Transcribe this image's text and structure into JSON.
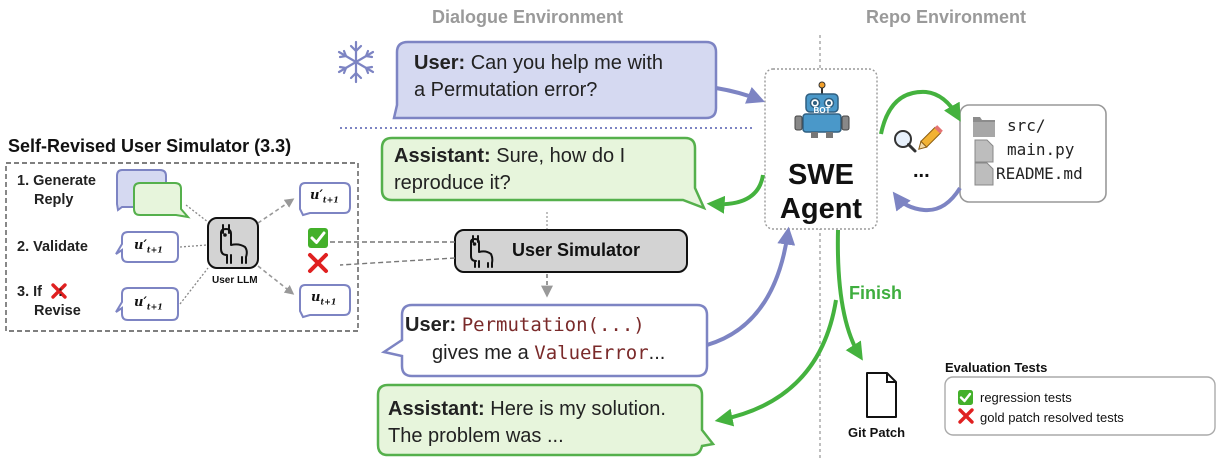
{
  "headers": {
    "dialogue_env": "Dialogue Environment",
    "repo_env": "Repo Environment"
  },
  "user_bubble_1": {
    "speaker": "User:",
    "line1": "Can you help me with",
    "line2": "a Permutation error?"
  },
  "assistant_bubble_1": {
    "speaker": "Assistant:",
    "line1": "Sure, how do I",
    "line2": "reproduce it?"
  },
  "user_simulator": {
    "label": "User Simulator"
  },
  "user_bubble_2": {
    "speaker": "User:",
    "code1": "Permutation(...)",
    "text_mid": "gives me a",
    "code2": "ValueError",
    "ellipsis": "..."
  },
  "assistant_bubble_2": {
    "speaker": "Assistant:",
    "line1": "Here is my solution.",
    "line2": "The problem was ..."
  },
  "self_revised": {
    "title": "Self-Revised User Simulator (3.3)",
    "step1_a": "1. Generate",
    "step1_b": "Reply",
    "step2": "2. Validate",
    "step3_a": "3. If",
    "step3_b": ":",
    "step3_c": "Revise",
    "user_llm": "User LLM",
    "u_prime": "u′",
    "u_prime_sub": "t+1",
    "u_plain": "u",
    "u_plain_sub": "t+1"
  },
  "agent": {
    "line1": "SWE",
    "line2": "Agent",
    "robot_label": "BOT"
  },
  "repo": {
    "files": [
      "src/",
      "main.py",
      "README.md"
    ],
    "ellipsis": "..."
  },
  "finish": "Finish",
  "git_patch": "Git Patch",
  "evaluation": {
    "title": "Evaluation Tests",
    "pass": "regression tests",
    "fail": "gold patch resolved tests"
  },
  "colors": {
    "user_fill": "#d5d9f1",
    "user_stroke": "#7d84c3",
    "assistant_fill": "#e7f5dc",
    "assistant_stroke": "#55b04c",
    "arrow_green": "#44b23e",
    "arrow_blue": "#7d84c3"
  }
}
